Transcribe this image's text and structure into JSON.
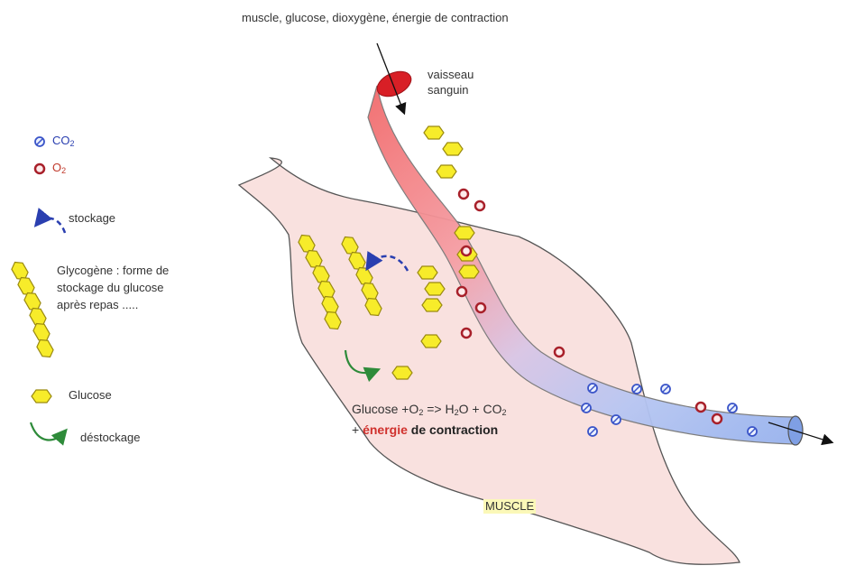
{
  "title": "muscle, glucose, dioxygène, énergie de contraction",
  "vessel_label_line1": "vaisseau",
  "vessel_label_line2": "sanguin",
  "legend": {
    "co2": {
      "text": "CO",
      "sub": "2",
      "color": "#2a3fb0",
      "icon": "co2-molecule-icon"
    },
    "o2": {
      "text": "O",
      "sub": "2",
      "color": "#c0392b",
      "icon": "o2-molecule-icon"
    },
    "storage": {
      "text": "stockage",
      "icon": "storage-arrow-icon"
    },
    "glycogen": {
      "text": "Glycogène : forme de stockage du glucose  après repas .....",
      "icon": "glycogen-chain-icon"
    },
    "glucose": {
      "text": "Glucose",
      "icon": "glucose-hexagon-icon"
    },
    "release": {
      "text": "déstockage",
      "icon": "release-arrow-icon"
    }
  },
  "equation": {
    "part1": "Glucose +O",
    "sub1": "2",
    "part2": " => H",
    "sub2": "2",
    "part3": "O + CO",
    "sub3": "2",
    "plus": "+  ",
    "energy": "énergie",
    "rest": " de contraction"
  },
  "muscle_label": "MUSCLE",
  "colors": {
    "muscle_fill": "#f9e1df",
    "vessel_red": "#e8474a",
    "vessel_blue": "#9fb7f0",
    "glucose_fill": "#f7ec2a",
    "glucose_stroke": "#9a8a10",
    "o2_ring": "#a8202a",
    "co2_ring": "#3a54c8",
    "storage_arrow": "#2a3fb0",
    "release_arrow": "#2e8b3a"
  }
}
